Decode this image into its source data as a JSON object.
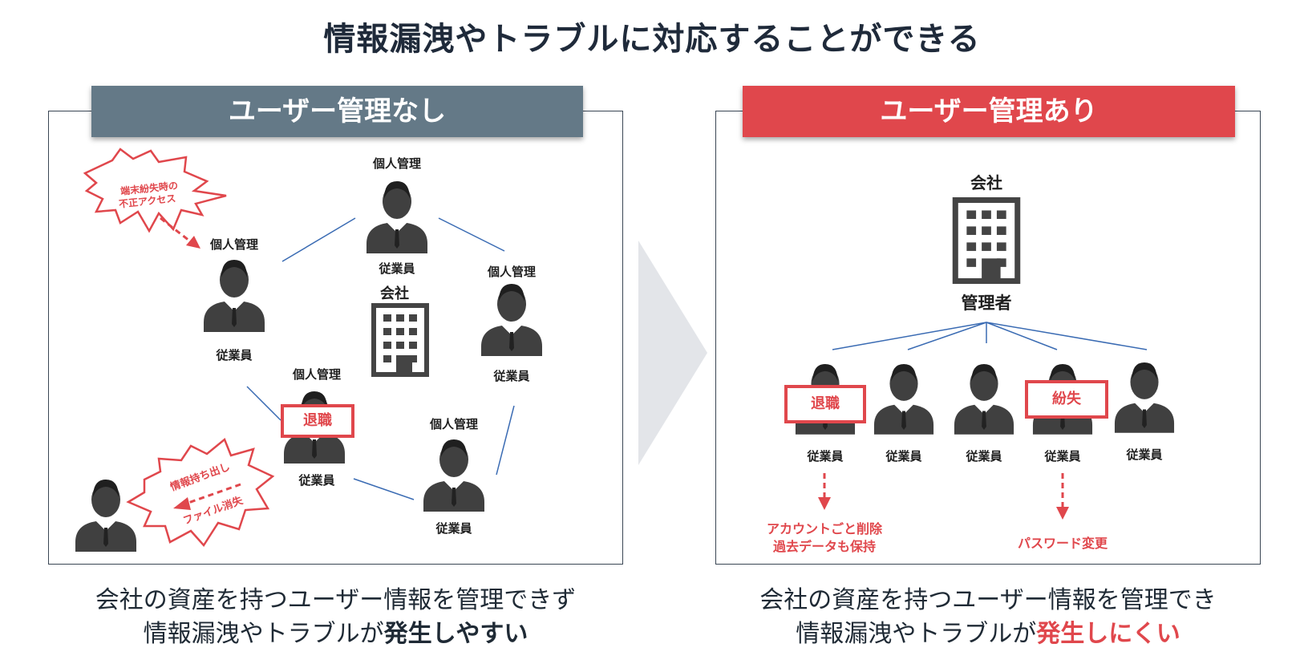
{
  "title": "情報漏洩やトラブルに対応することができる",
  "colors": {
    "left_header": "#647987",
    "right_header": "#e0474c",
    "accent_red": "#e0474c",
    "arrow_gray": "#e3e5e9",
    "line_blue": "#3a6bb3",
    "icon_dark": "#404040"
  },
  "left": {
    "header": "ユーザー管理なし",
    "burst_top": [
      "端末紛失時の",
      "不正アクセス"
    ],
    "burst_bottom": [
      "情報持ち出し",
      "ファイル消失"
    ],
    "personal_mgmt": "個人管理",
    "employee": "従業員",
    "company": "会社",
    "retire_tag": "退職",
    "caption_line1": "会社の資産を持つユーザー情報を管理できず",
    "caption_line2_plain": "情報漏洩やトラブルが",
    "caption_line2_emph": "発生しやすい"
  },
  "right": {
    "header": "ユーザー管理あり",
    "company": "会社",
    "admin": "管理者",
    "employee": "従業員",
    "retire_tag": "退職",
    "lost_tag": "紛失",
    "retire_action": [
      "アカウントごと削除",
      "過去データも保持"
    ],
    "lost_action": "パスワード変更",
    "caption_line1": "会社の資産を持つユーザー情報を管理でき",
    "caption_line2_plain": "情報漏洩やトラブルが",
    "caption_line2_emph": "発生しにくい"
  },
  "icons": {
    "person": "person-icon",
    "building": "building-icon",
    "burst": "burst-icon",
    "arrow": "chevron-right-icon"
  }
}
